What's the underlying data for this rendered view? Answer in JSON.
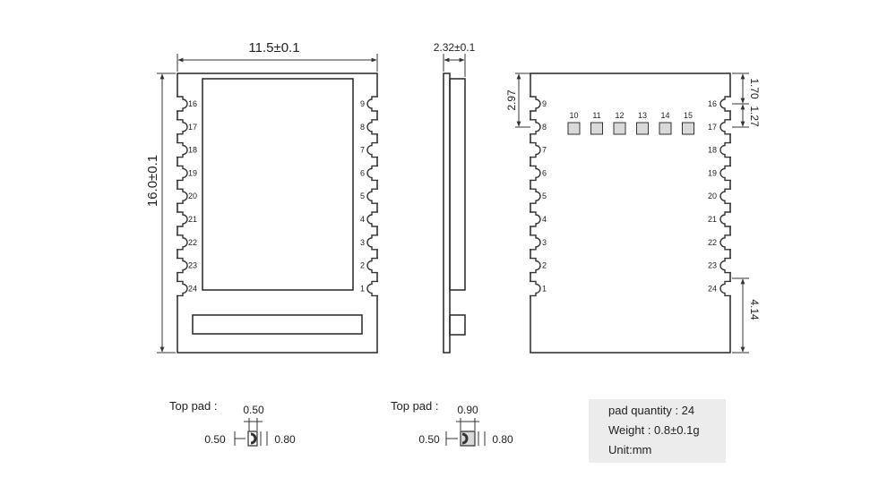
{
  "top_view": {
    "width_dim": "11.5±0.1",
    "height_dim": "16.0±0.1",
    "left_pins": [
      "16",
      "17",
      "18",
      "19",
      "20",
      "21",
      "22",
      "23",
      "24"
    ],
    "right_pins": [
      "9",
      "8",
      "7",
      "6",
      "5",
      "4",
      "3",
      "2",
      "1"
    ]
  },
  "side_view": {
    "thickness_dim": "2.32±0.1"
  },
  "bottom_view": {
    "left_pins": [
      "9",
      "8",
      "7",
      "6",
      "5",
      "4",
      "3",
      "2",
      "1"
    ],
    "right_pins": [
      "16",
      "17",
      "18",
      "19",
      "20",
      "21",
      "22",
      "23",
      "24"
    ],
    "center_pads": [
      "10",
      "11",
      "12",
      "13",
      "14",
      "15"
    ],
    "dim_first_pin": "2.97",
    "dim_top": "1.70",
    "dim_pitch": "1.27",
    "dim_bottom": "4.14"
  },
  "pad_detail_1": {
    "label": "Top pad :",
    "top": "0.50",
    "left": "0.50",
    "right": "0.80"
  },
  "pad_detail_2": {
    "label": "Top pad :",
    "top": "0.90",
    "left": "0.50",
    "right": "0.80"
  },
  "info_box": {
    "quantity": "pad quantity : 24",
    "weight": "Weight : 0.8±0.1g",
    "unit": "Unit:mm"
  },
  "colors": {
    "line": "#333333",
    "pad_fill": "#d9d9d9",
    "info_bg": "#ececec"
  }
}
